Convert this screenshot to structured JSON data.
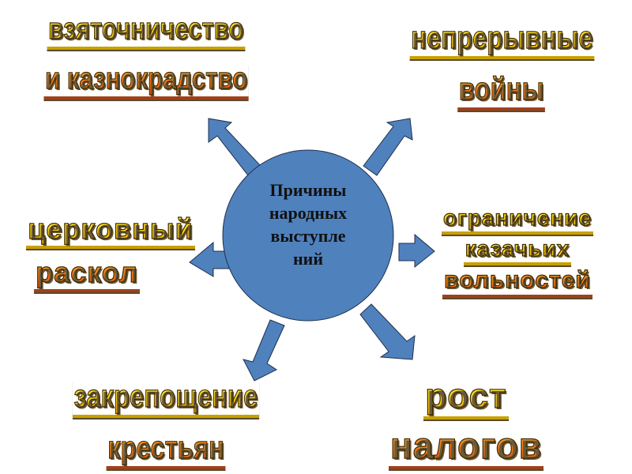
{
  "diagram": {
    "center": {
      "lines": [
        "Причины",
        "народных",
        "выступле",
        "ний"
      ],
      "fill": "#4f81bd",
      "stroke": "#1f2f4f"
    },
    "arrow_color": "#4f81bd",
    "causes": [
      {
        "id": "bribery",
        "lines": [
          "взяточничество",
          "и казнокрадство"
        ],
        "position": "top-left"
      },
      {
        "id": "wars",
        "lines": [
          "непрерывные",
          "войны"
        ],
        "position": "top-right"
      },
      {
        "id": "schism",
        "lines": [
          "церковный",
          "раскол"
        ],
        "position": "left"
      },
      {
        "id": "cossack",
        "lines": [
          "ограничение",
          "казачьих",
          "вольностей"
        ],
        "position": "right"
      },
      {
        "id": "serfdom",
        "lines": [
          "закрепощение",
          "крестьян"
        ],
        "position": "bottom-left"
      },
      {
        "id": "taxes",
        "lines": [
          "рост",
          "налогов"
        ],
        "position": "bottom-right"
      }
    ],
    "colors": {
      "text_yellow": "#ffd400",
      "text_orange": "#ff6a10",
      "outline": "#3a2a00"
    }
  }
}
